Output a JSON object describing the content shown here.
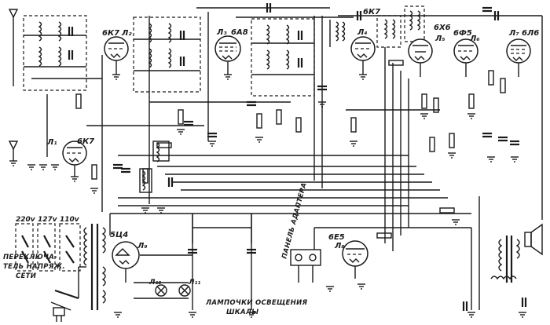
{
  "tubes": [
    {
      "type": "6К7",
      "ref": "Л₁"
    },
    {
      "type": "6К7",
      "ref": "Л₂"
    },
    {
      "type": "6А8",
      "ref": "Л₃"
    },
    {
      "type": "6К7",
      "ref": "Л₄"
    },
    {
      "type": "6Х6",
      "ref": "Л₅"
    },
    {
      "type": "6Ф5",
      "ref": "Л₆"
    },
    {
      "type": "6Л6",
      "ref": "Л₇"
    },
    {
      "type": "6Е5",
      "ref": "Л₈"
    },
    {
      "type": "5Ц4",
      "ref": "Л₉"
    }
  ],
  "lamps": [
    "Л₁₀",
    "Л₁₁"
  ],
  "voltages": [
    "220v",
    "127v",
    "110v"
  ],
  "captions": {
    "mains_switch": [
      "ПЕРЕКЛЮЧА-",
      "ТЕЛЬ НАПРЯЖ.",
      "СЕТИ"
    ],
    "dial_lamps": [
      "ЛАМПОЧКИ ОСВЕЩЕНИЯ",
      "ШКАЛЫ"
    ],
    "adapter_panel": "ПАНЕЛЬ АДАПТЕРА"
  }
}
